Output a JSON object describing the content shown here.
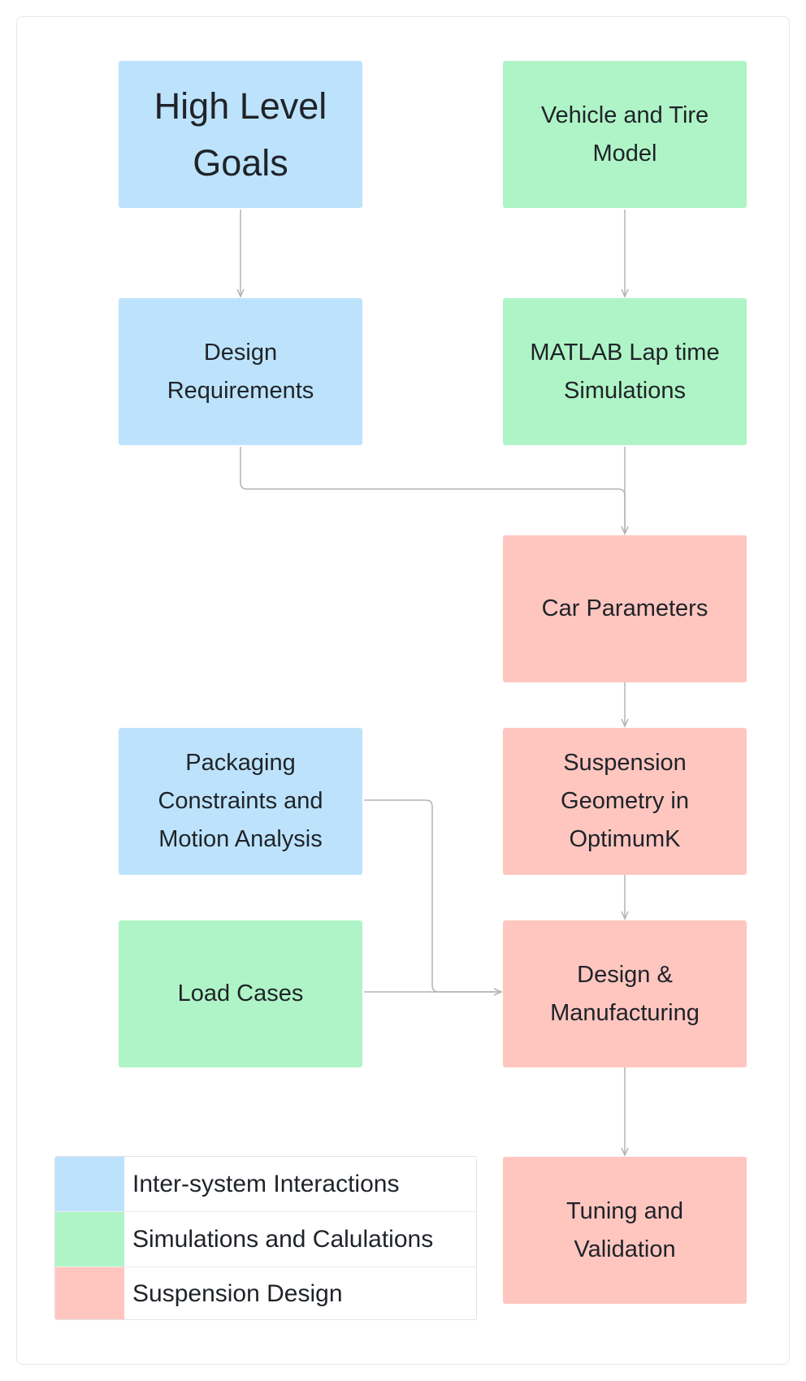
{
  "nodes": {
    "high_level_goals": "High Level Goals",
    "design_requirements": "Design Requirements",
    "vehicle_tire_model": "Vehicle and Tire Model",
    "matlab_sim": "MATLAB Lap time Simulations",
    "car_parameters": "Car Parameters",
    "packaging": "Packaging Constraints and Motion Analysis",
    "suspension_geometry": "Suspension Geometry in OptimumK",
    "load_cases": "Load Cases",
    "design_manufacturing": "Design & Manufacturing",
    "tuning_validation": "Tuning and Validation"
  },
  "legend": {
    "inter_system": "Inter-system Interactions",
    "simulations": "Simulations and Calulations",
    "suspension": "Suspension Design"
  },
  "colors": {
    "inter_system": "#bde3fc",
    "simulations": "#aff4c6",
    "suspension": "#ffc6c0",
    "edge": "#b4b4b4"
  }
}
